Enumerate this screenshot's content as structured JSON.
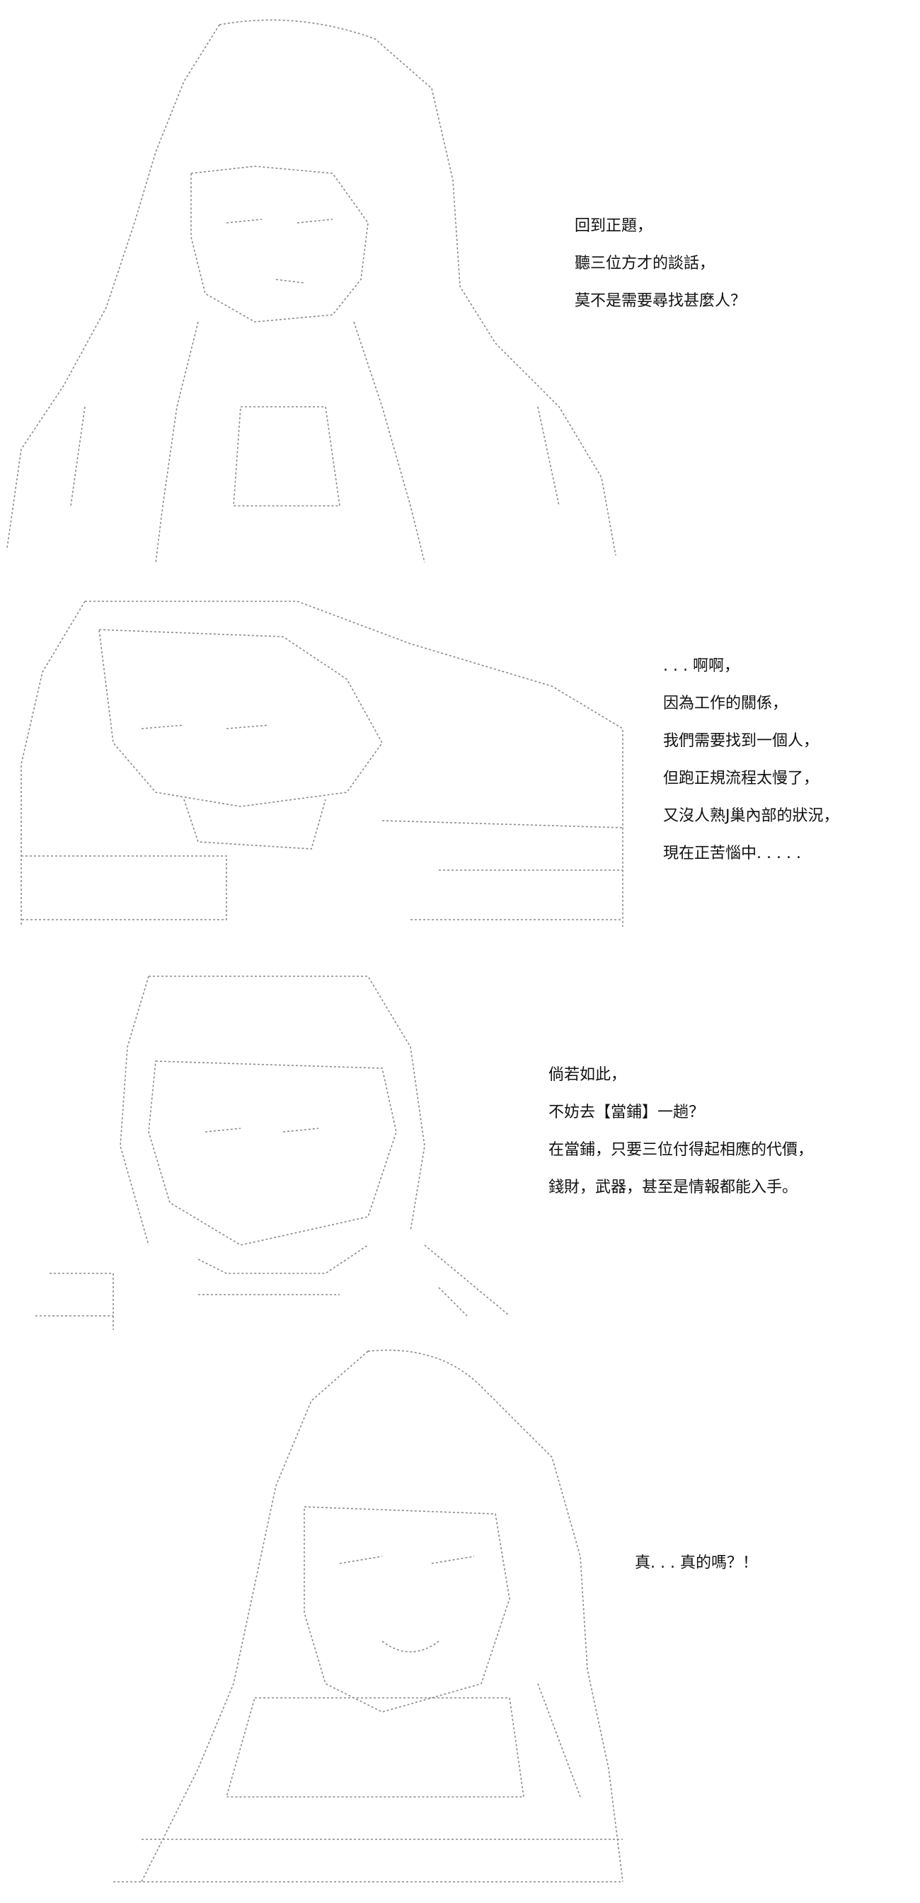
{
  "panels": [
    {
      "dialogue": [
        "回到正題，",
        "聽三位方才的談話，",
        "莫不是需要尋找甚麼人？"
      ]
    },
    {
      "dialogue": [
        ". . . 啊啊，",
        "因為工作的關係，",
        "我們需要找到一個人，",
        "但跑正規流程太慢了，",
        "又沒人熟J巢內部的狀況，",
        "現在正苦惱中. . . . ."
      ]
    },
    {
      "dialogue": [
        "倘若如此，",
        "不妨去【當鋪】一趟？",
        "在當鋪，只要三位付得起相應的代價，",
        "錢財，武器，甚至是情報都能入手。"
      ]
    },
    {
      "dialogue": [
        "真. . . 真的嗎？！"
      ]
    }
  ],
  "colors": {
    "ink": "#111111",
    "art": "#8a8a8a",
    "background": "#ffffff"
  }
}
